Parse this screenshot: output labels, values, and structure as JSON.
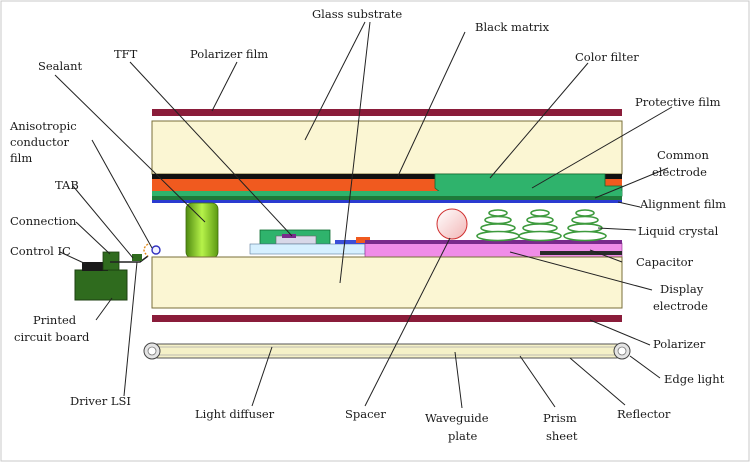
{
  "diagram": {
    "labels": {
      "glass_substrate": "Glass substrate",
      "black_matrix": "Black matrix",
      "tft": "TFT",
      "polarizer_film": "Polarizer film",
      "sealant": "Sealant",
      "color_filter": "Color filter",
      "protective_film": "Protective film",
      "anisotropic_1": "Anisotropic",
      "anisotropic_2": "conductor",
      "anisotropic_3": "film",
      "common_electrode_1": "Common",
      "common_electrode_2": "electrode",
      "tab": "TAB",
      "alignment_film": "Alignment film",
      "connection": "Connection",
      "liquid_crystal": "Liquid crystal",
      "control_ic": "Control IC",
      "capacitor": "Capacitor",
      "display_electrode_1": "Display",
      "display_electrode_2": "electrode",
      "printed_circuit_board_1": "Printed",
      "printed_circuit_board_2": "circuit board",
      "polarizer": "Polarizer",
      "edge_light": "Edge light",
      "driver_lsi": "Driver LSI",
      "light_diffuser": "Light diffuser",
      "spacer": "Spacer",
      "waveguide_plate_1": "Waveguide",
      "waveguide_plate_2": "plate",
      "prism_sheet_1": "Prism",
      "prism_sheet_2": "sheet",
      "reflector": "Reflector"
    },
    "colors": {
      "glass": "#fbf6d3",
      "polarizer": "#8a1c3a",
      "black_matrix": "#111111",
      "color_filter": "#f05a1f",
      "protective_film": "#2fb36c",
      "alignment_film": "#2a3bd0",
      "liquid_crystal": "#3d9a3d",
      "capacitor": "#7a2a8c",
      "display_electrode": "#f08ce8",
      "sealant": "#8ad11a",
      "pcb": "#2f6b1e",
      "edge_light": "#cfcfcf"
    }
  }
}
